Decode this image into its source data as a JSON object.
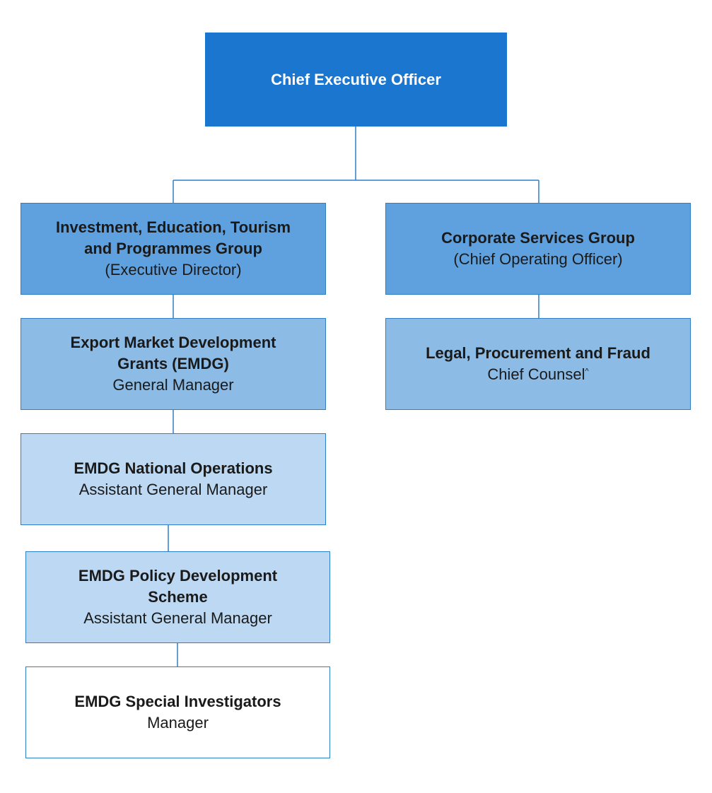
{
  "ceo": {
    "title": "Chief Executive Officer"
  },
  "investment_group": {
    "title_line1": "Investment, Education, Tourism",
    "title_line2": "and Programmes Group",
    "subtitle": "(Executive Director)"
  },
  "corporate_group": {
    "title": "Corporate Services Group",
    "subtitle": "(Chief Operating Officer)"
  },
  "emdg": {
    "title_line1": "Export Market Development",
    "title_line2": "Grants (EMDG)",
    "subtitle": "General Manager"
  },
  "legal": {
    "title": "Legal, Procurement and Fraud",
    "subtitle": "Chief Counsel",
    "subtitle_mark": "^"
  },
  "national_ops": {
    "title": "EMDG National Operations",
    "subtitle": "Assistant General Manager"
  },
  "policy": {
    "title_line1": "EMDG Policy Development",
    "title_line2": "Scheme",
    "subtitle": "Assistant General Manager"
  },
  "investigators": {
    "title": "EMDG Special Investigators",
    "subtitle": "Manager"
  },
  "colors": {
    "ceo_fill": "#1b76d0",
    "level1_fill": "#5fa1df",
    "level2_fill": "#8cbbe6",
    "level3_fill": "#bcd8f2",
    "level4_fill": "#ffffff",
    "border": "#2f7fc8"
  }
}
